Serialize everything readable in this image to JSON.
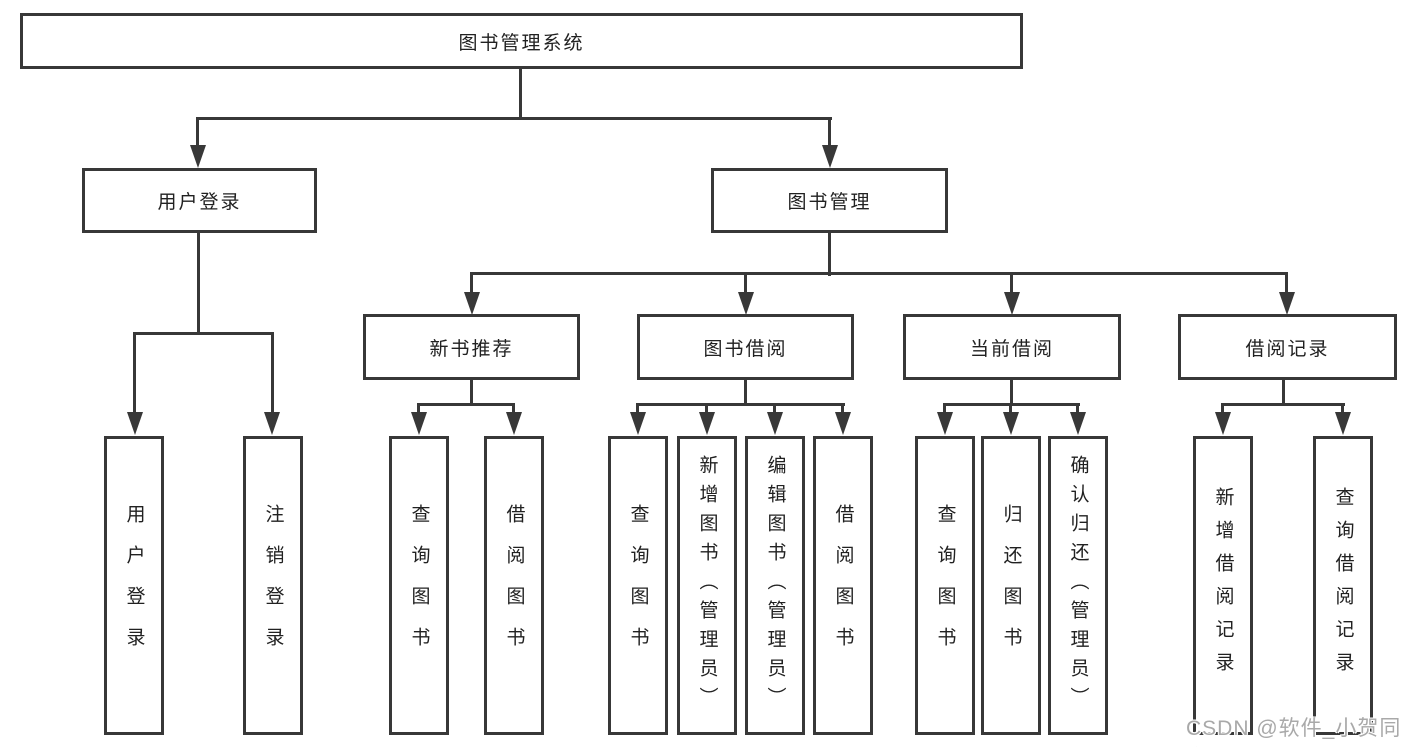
{
  "colors": {
    "line": "#383838",
    "text": "#212121",
    "background": "#ffffff",
    "watermark_gray": "#a9a9a9"
  },
  "tree": {
    "root": {
      "label": "图书管理系统"
    },
    "branches": [
      {
        "label": "用户登录",
        "children": [
          {
            "label": "用户登录"
          },
          {
            "label": "注销登录"
          }
        ]
      },
      {
        "label": "图书管理",
        "children": [
          {
            "label": "新书推荐",
            "children": [
              {
                "label": "查询图书"
              },
              {
                "label": "借阅图书"
              }
            ]
          },
          {
            "label": "图书借阅",
            "children": [
              {
                "label": "查询图书"
              },
              {
                "label": "新增图书（管理员）"
              },
              {
                "label": "编辑图书（管理员）"
              },
              {
                "label": "借阅图书"
              }
            ]
          },
          {
            "label": "当前借阅",
            "children": [
              {
                "label": "查询图书"
              },
              {
                "label": "归还图书"
              },
              {
                "label": "确认归还（管理员）"
              }
            ]
          },
          {
            "label": "借阅记录",
            "children": [
              {
                "label": "新增借阅记录"
              },
              {
                "label": "查询借阅记录"
              }
            ]
          }
        ]
      }
    ]
  },
  "watermark": {
    "text": "CSDN @软件_小贺同学"
  }
}
